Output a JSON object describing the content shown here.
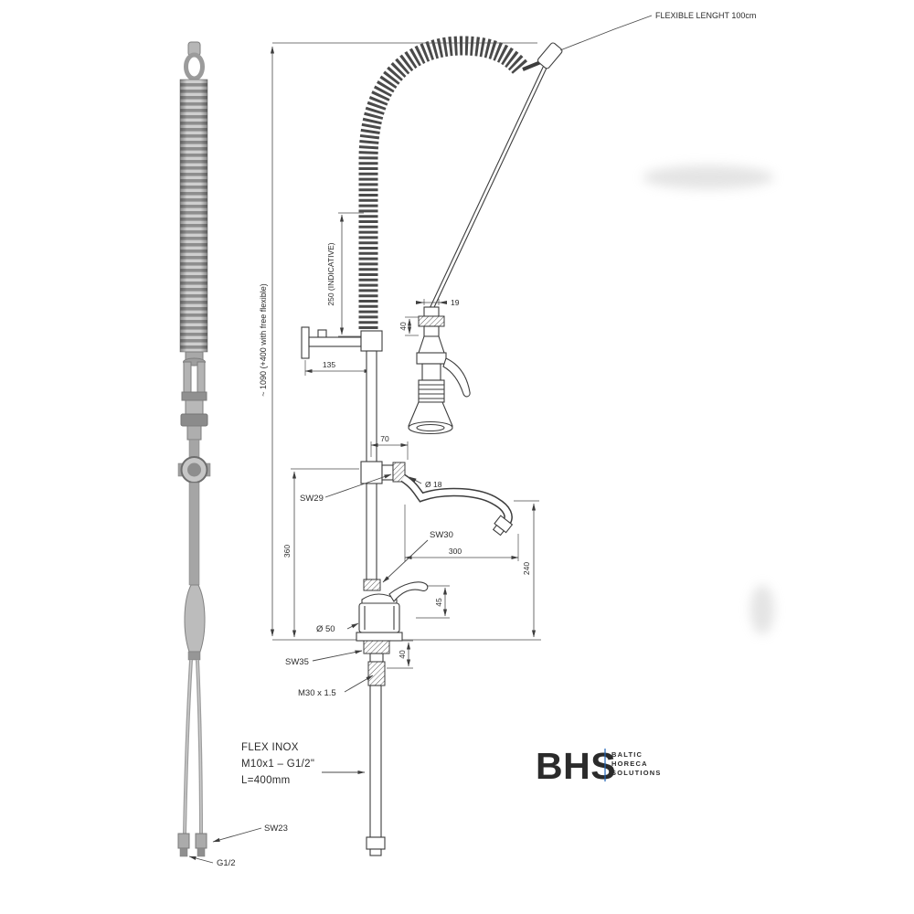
{
  "drawing": {
    "callout_flexible": "FLEXIBLE LENGHT 100cm",
    "dim_overall": "~ 1090 (+400 with free flexible)",
    "dim_indicative": "250 (INDICATIVE)",
    "dim_19": "19",
    "dim_40_upper": "40",
    "dim_135": "135",
    "dim_70": "70",
    "dim_dia_18": "Ø 18",
    "callout_sw29": "SW29",
    "callout_sw30": "SW30",
    "dim_300": "300",
    "dim_360": "360",
    "dim_240": "240",
    "dim_45": "45",
    "dim_dia_50": "Ø 50",
    "callout_sw35": "SW35",
    "dim_40_lower": "40",
    "callout_m30": "M30 x 1.5",
    "note_flex_1": "FLEX INOX",
    "note_flex_2": "M10x1 – G1/2\"",
    "note_flex_3": "L=400mm",
    "callout_sw23": "SW23",
    "callout_g12": "G1/2"
  },
  "logo": {
    "name": "BHS",
    "tagline": [
      "BALTIC",
      "HORECA",
      "SOLUTIONS"
    ],
    "brand_color": "#1e63b8"
  }
}
